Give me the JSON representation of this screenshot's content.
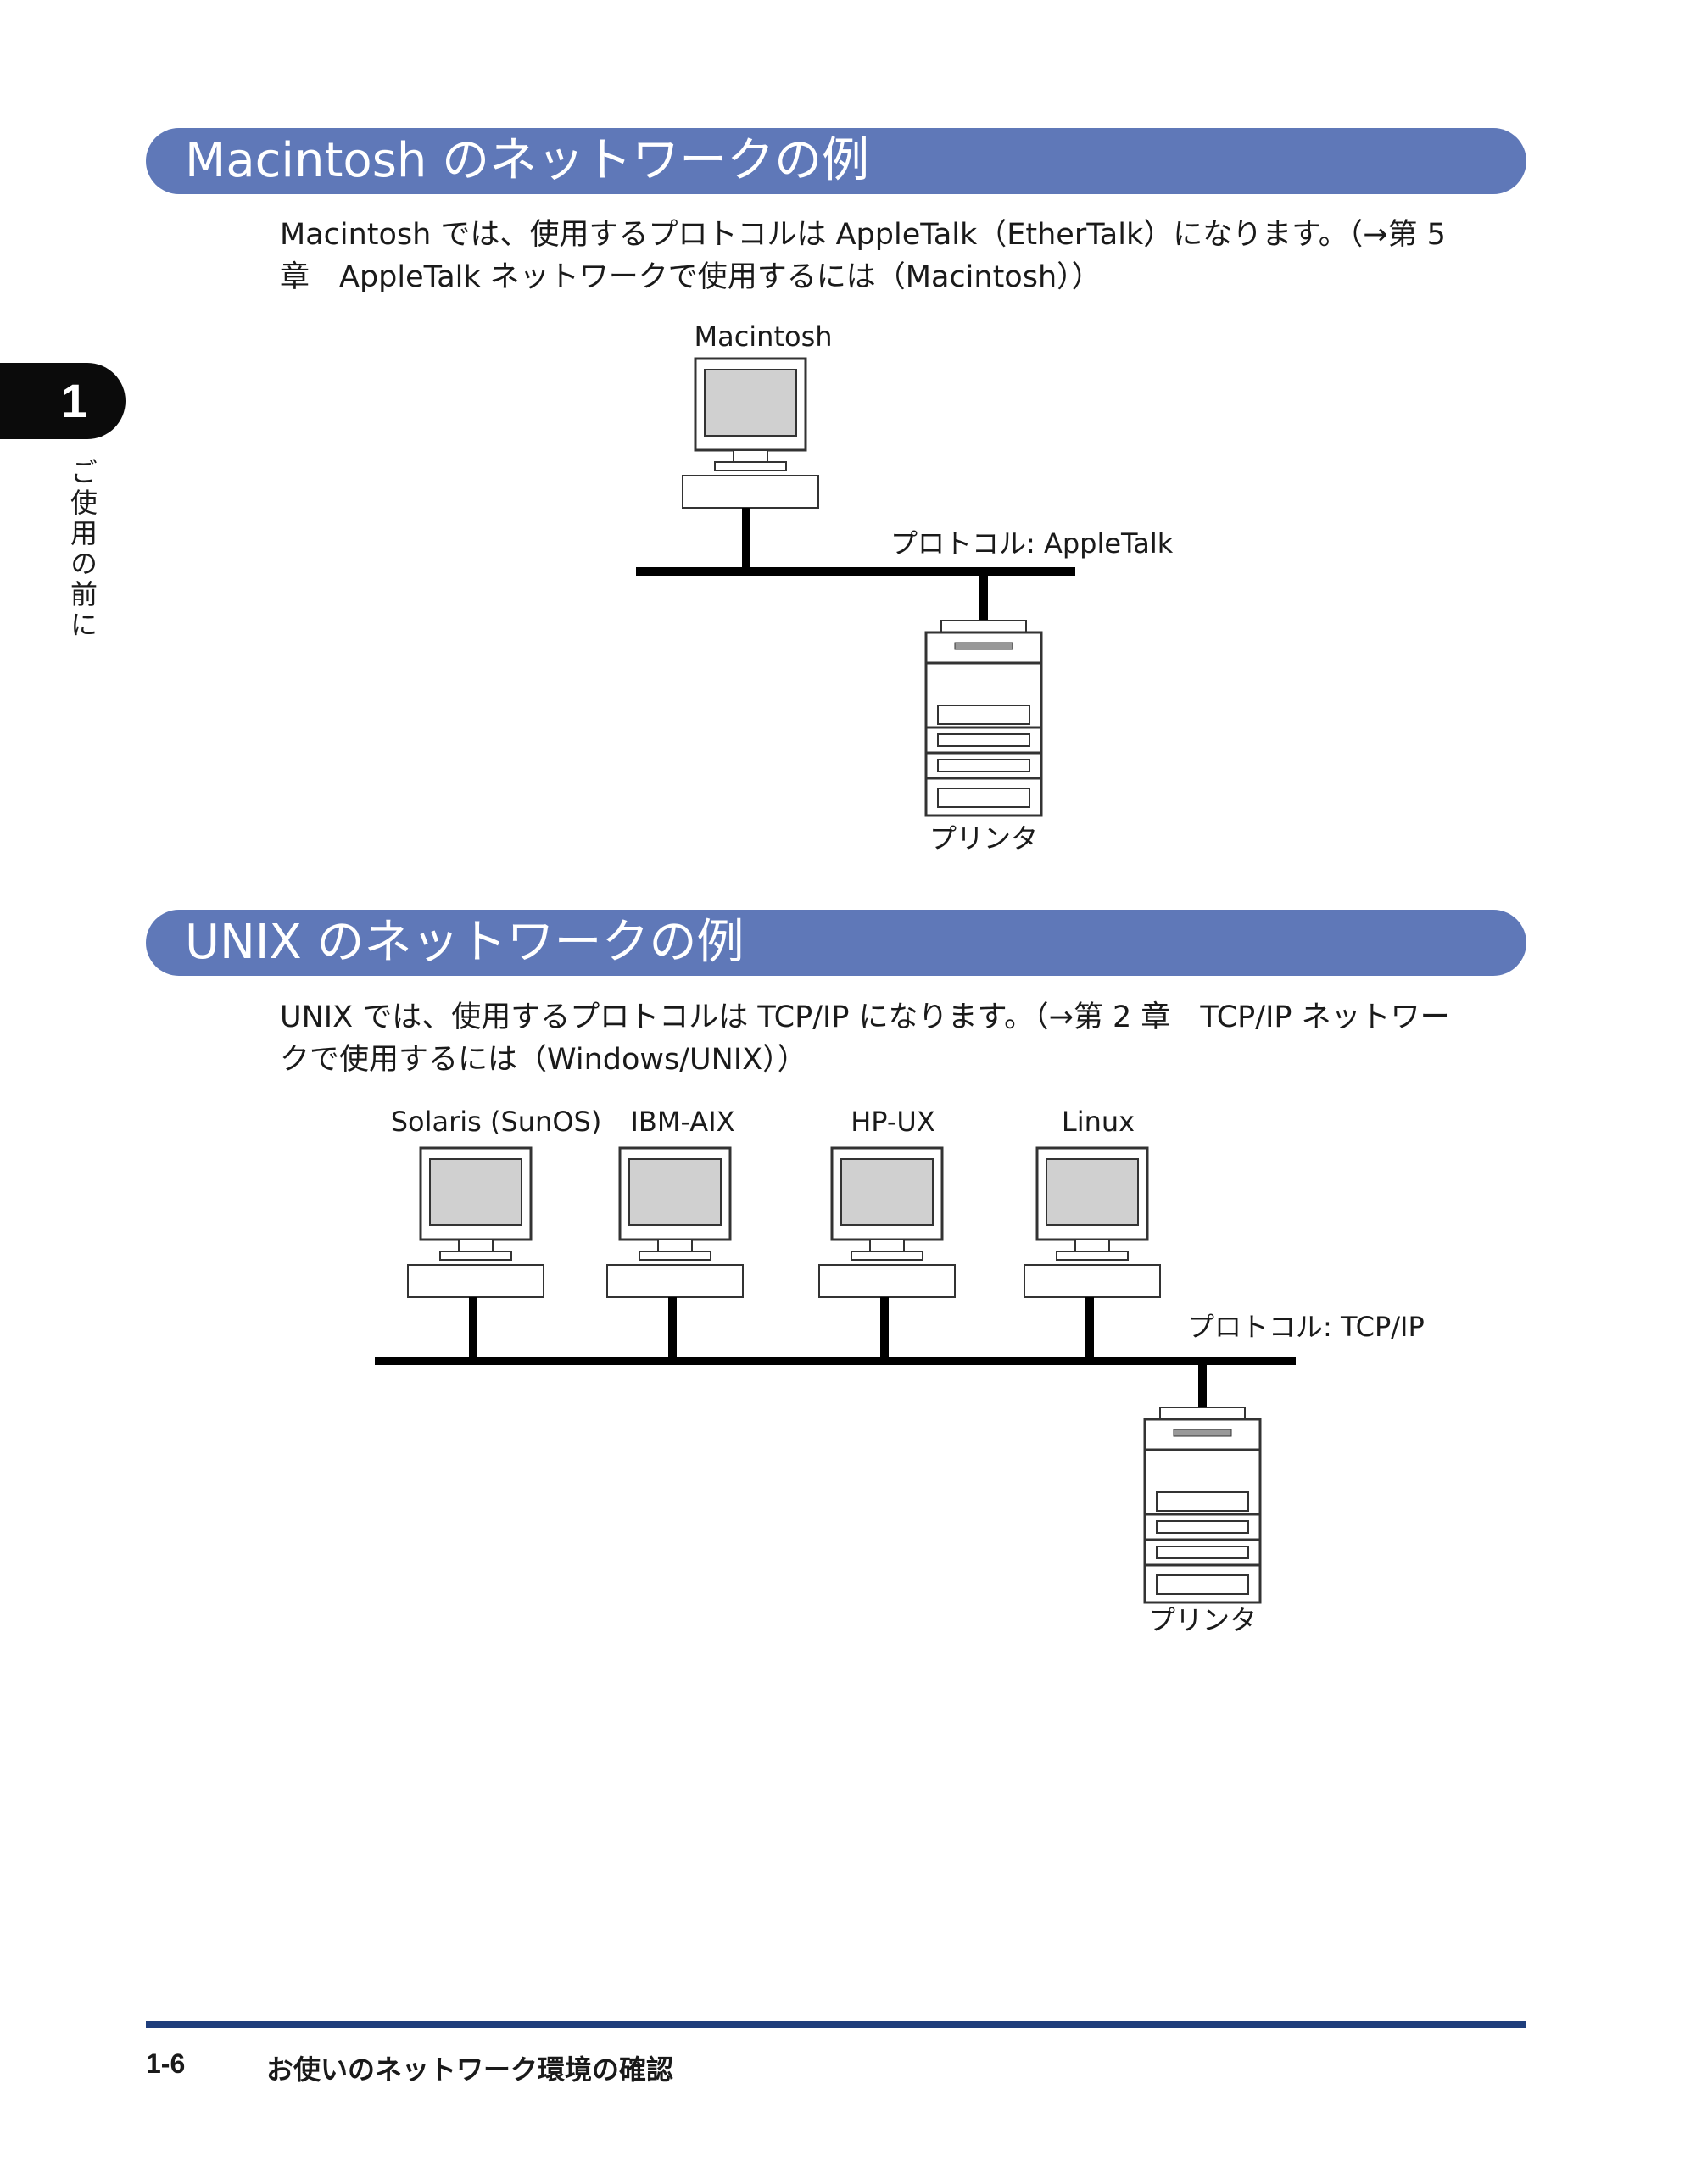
{
  "side": {
    "chapter_number": "1",
    "chapter_title": "ご使用の前に"
  },
  "sections": {
    "mac": {
      "header": "Macintosh のネットワークの例",
      "text_line1": "Macintosh では、使用するプロトコルは AppleTalk（EtherTalk）になります。（→第 5",
      "text_line2": "章　AppleTalk ネットワークで使用するには（Macintosh））",
      "diagram": {
        "computer_label": "Macintosh",
        "protocol_label": "プロトコル: AppleTalk",
        "printer_label": "プリンタ"
      }
    },
    "unix": {
      "header": "UNIX のネットワークの例",
      "text_line1": "UNIX では、使用するプロトコルは TCP/IP になります。（→第 2 章　TCP/IP ネットワー",
      "text_line2": "クで使用するには（Windows/UNIX））",
      "diagram": {
        "computer_labels": [
          "Solaris (SunOS)",
          "IBM-AIX",
          "HP-UX",
          "Linux"
        ],
        "protocol_label": "プロトコル: TCP/IP",
        "printer_label": "プリンタ"
      }
    }
  },
  "footer": {
    "page_number": "1-6",
    "title": "お使いのネットワーク環境の確認"
  }
}
